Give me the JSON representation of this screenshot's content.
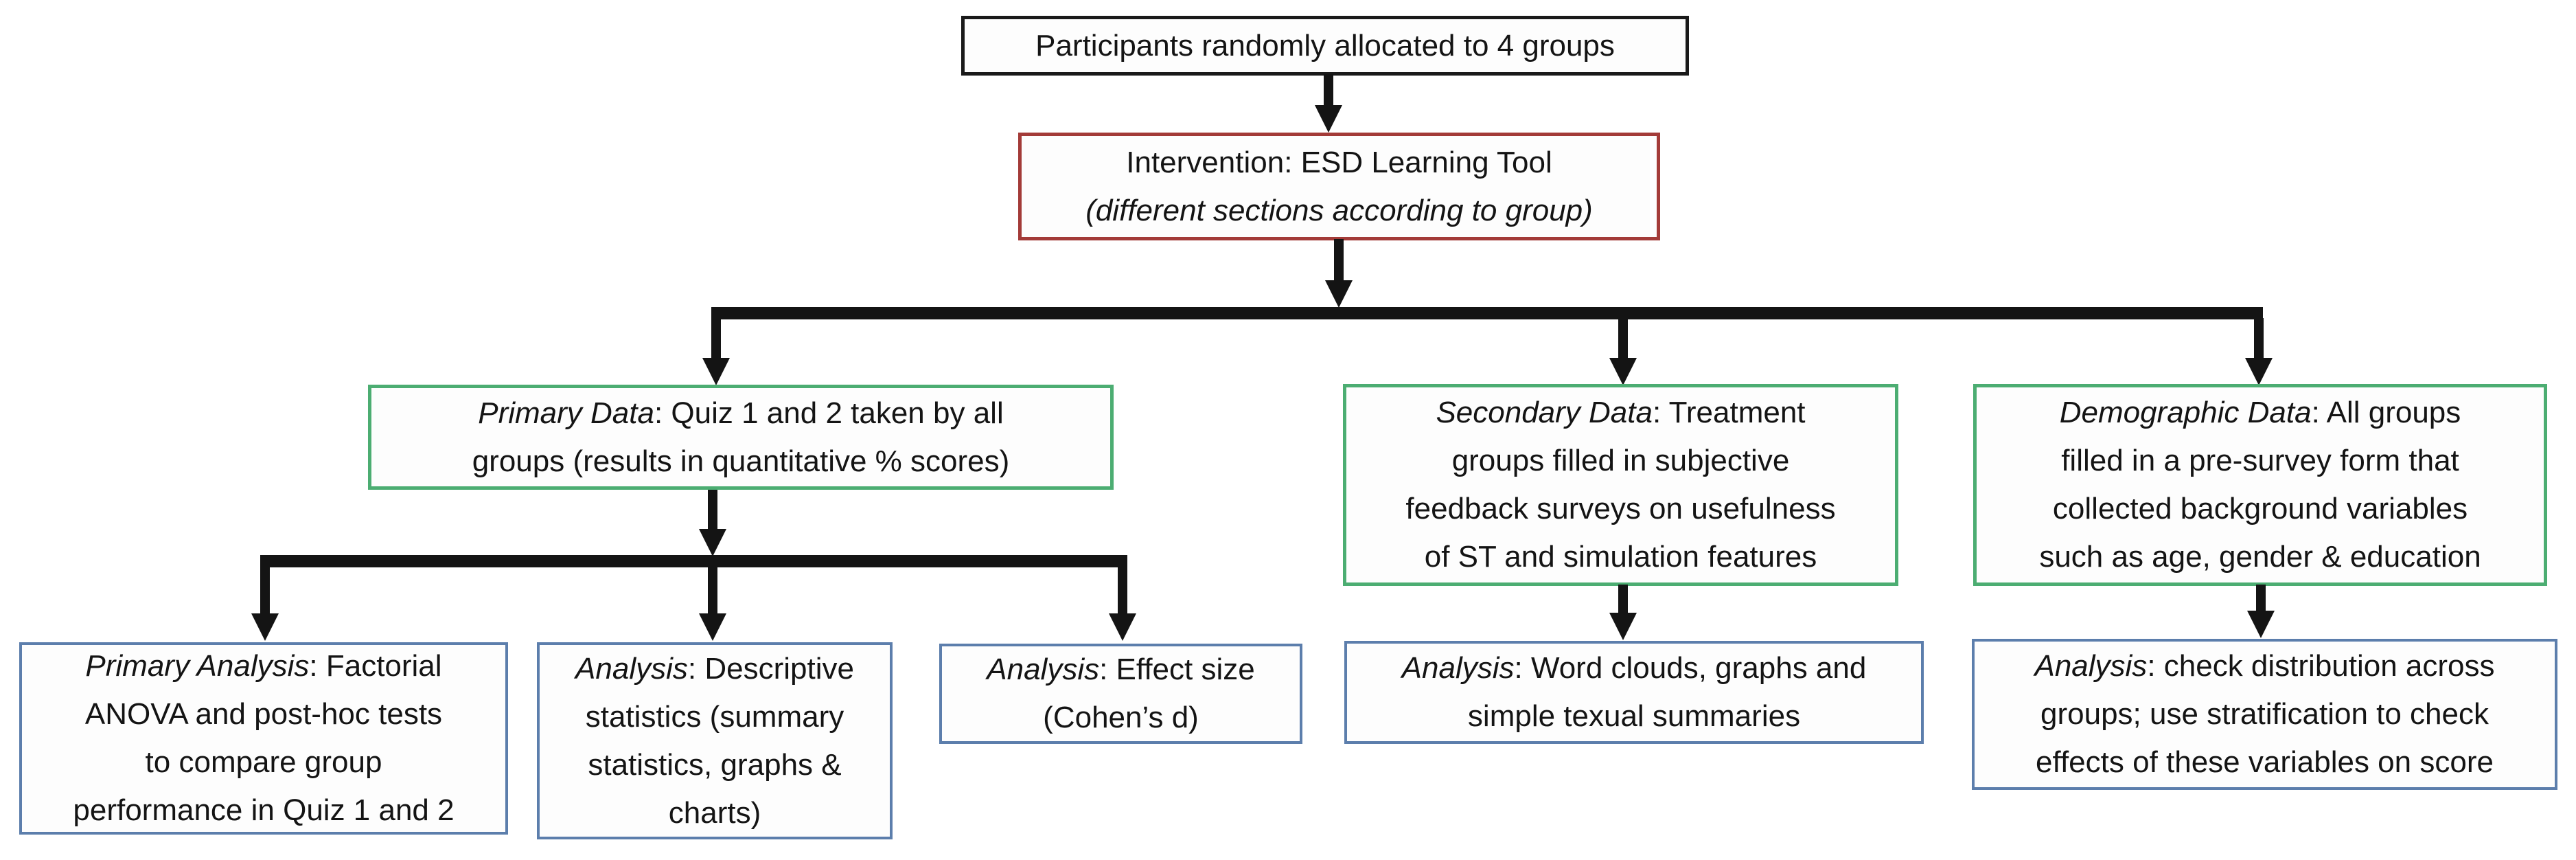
{
  "title": "Study design flowchart",
  "colors": {
    "background": "#ffffff",
    "text": "#141414",
    "arrow": "#141414",
    "participants_border": "#1a1a1a",
    "intervention_border": "#a33b38",
    "data_border": "#4cad72",
    "analysis_border": "#5c7eac"
  },
  "boxes": {
    "participants": {
      "text": "Participants randomly allocated to 4 groups"
    },
    "intervention": {
      "line1": "Intervention: ESD Learning Tool",
      "line2": "(different sections according to group)"
    },
    "primary_data": {
      "em": "Primary Data",
      "rest": [
        ": Quiz 1 and 2 taken by all",
        "groups (results in quantitative % scores)"
      ]
    },
    "secondary_data": {
      "em": "Secondary Data",
      "rest": [
        ": Treatment",
        "groups filled in subjective",
        "feedback surveys on usefulness",
        "of ST and simulation features"
      ]
    },
    "demographic_data": {
      "em": "Demographic Data",
      "rest": [
        ": All groups",
        "filled in a pre-survey form that",
        "collected background variables",
        "such as age, gender & education"
      ]
    },
    "primary_analysis": {
      "em": "Primary Analysis",
      "rest": [
        ": Factorial",
        "ANOVA and post-hoc tests",
        "to compare group",
        "performance in Quiz 1 and 2"
      ]
    },
    "descriptive_analysis": {
      "em": "Analysis",
      "rest": [
        ": Descriptive",
        "statistics (summary",
        "statistics, graphs &",
        "charts)"
      ]
    },
    "effect_size_analysis": {
      "em": "Analysis",
      "rest": [
        ": Effect size",
        "(Cohen’s d)"
      ]
    },
    "wordcloud_analysis": {
      "em": "Analysis",
      "rest": [
        ": Word clouds, graphs and",
        "simple texual summaries"
      ]
    },
    "distribution_analysis": {
      "em": "Analysis",
      "rest": [
        ": check distribution across",
        "groups; use stratification to check",
        "effects of these variables on score"
      ]
    }
  }
}
